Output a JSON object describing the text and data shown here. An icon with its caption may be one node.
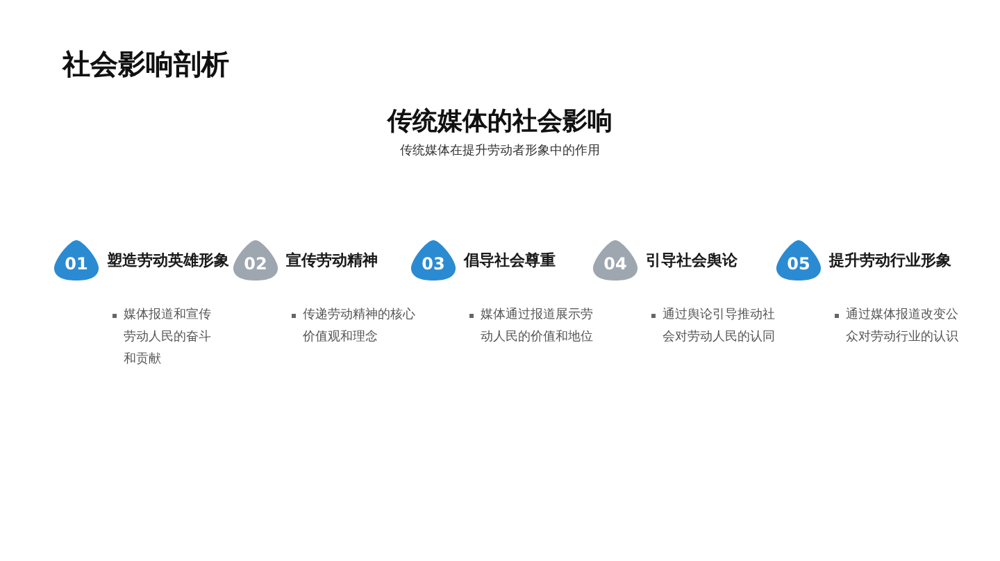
{
  "diagram": {
    "title": "社会影响剖析",
    "nodes": [
      {
        "text": [
          "01",
          "塑造劳动英雄形象",
          "媒体报道和宣传劳动人民的奋斗和贡献"
        ]
      },
      {
        "text": [
          "02",
          "宣传劳动精神",
          "传递劳动精神的核心价值观和理念"
        ]
      },
      {
        "text": [
          "03",
          "倡导社会尊重",
          "媒体通过报道展示劳动人民的价值和地位"
        ]
      },
      {
        "text": [
          "04",
          "引导社会舆论",
          "通过舆论引导推动社会对劳动人民的认同"
        ]
      },
      {
        "text": [
          "05",
          "提升劳动行业形象",
          "通过媒体报道改变公众对劳动行业的认识"
        ]
      }
    ],
    "labels": [
      "传统媒体的社会影响",
      "传统媒体在提升劳动者形象中的作用"
    ]
  }
}
